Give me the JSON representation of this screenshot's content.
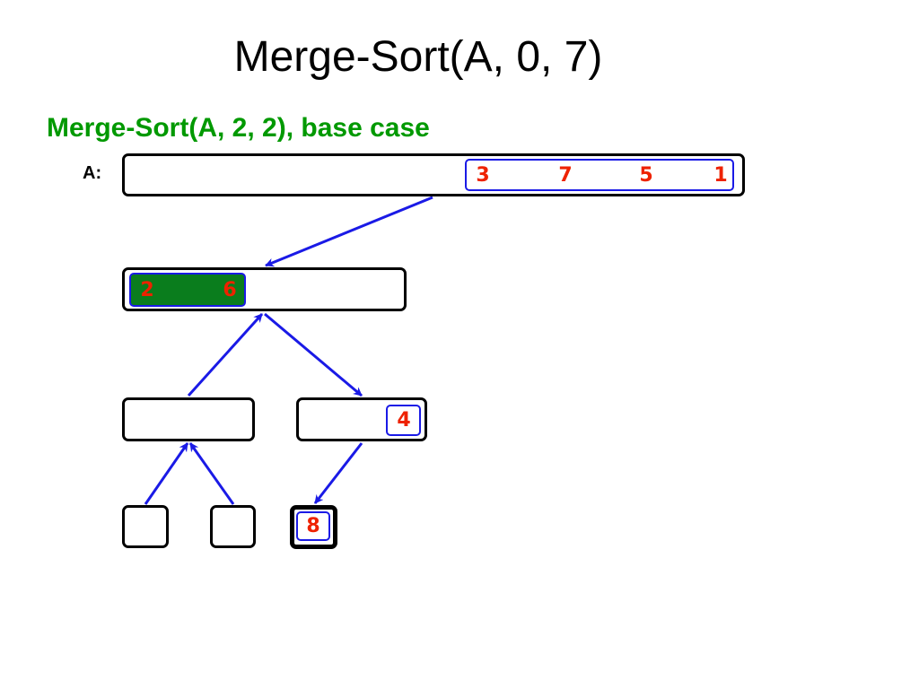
{
  "title": "Merge-Sort(A, 0, 7)",
  "subtitle": "Merge-Sort(A, 2, 2), base case",
  "array_label": "A:",
  "colors": {
    "border": "#000000",
    "arrow": "#1a1ae6",
    "number": "#ee2200",
    "active_fill": "#0a7d1d",
    "subtitle": "#009900"
  },
  "nodes": {
    "root": {
      "values": [
        "3",
        "7",
        "5",
        "1"
      ]
    },
    "level1": {
      "values": [
        "2",
        "6"
      ]
    },
    "level2_left": {
      "values": []
    },
    "level2_right": {
      "values": [
        "4"
      ]
    },
    "level3_a": {
      "values": []
    },
    "level3_b": {
      "values": []
    },
    "level3_c": {
      "values": [
        "8"
      ]
    }
  }
}
